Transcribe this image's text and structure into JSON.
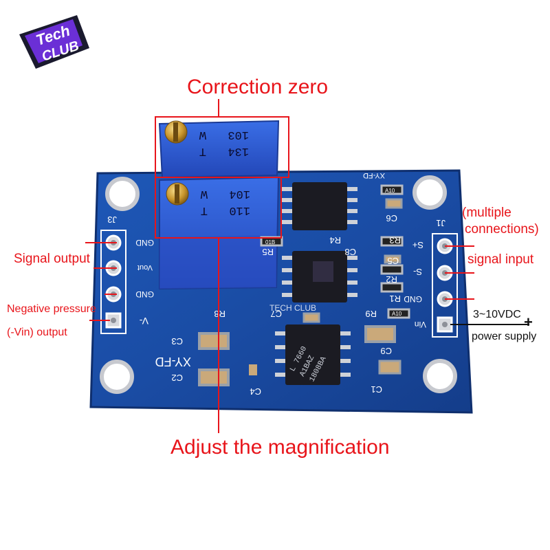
{
  "logo": {
    "text_top": "Tech",
    "text_mid": "CLUB",
    "text_small": "TECH CLUB"
  },
  "labels": {
    "correction_zero": "Correction zero",
    "adjust_magnification": "Adjust the magnification",
    "signal_output": "Signal output",
    "negative_pressure": "Negative pressure",
    "vin_output": "(-Vin) output",
    "multiple_connections_1": "(multiple",
    "multiple_connections_2": "connections)",
    "signal_input": "signal input",
    "voltage_range": "3~10VDC",
    "power_supply": "power supply",
    "plus_sign": "+"
  },
  "board": {
    "header_left": "J3",
    "header_right": "J1",
    "left_pins": [
      "GND",
      "Vout",
      "GND",
      "V-"
    ],
    "right_pins": [
      "S+",
      "S-",
      "GND",
      "Vin"
    ],
    "pot_top": [
      "103",
      "W",
      "134",
      "T"
    ],
    "pot_bottom": [
      "104",
      "W",
      "110",
      "T"
    ],
    "brand_top": "XY-FD",
    "brand_bottom": "XY-FD",
    "chip_bottom_lines": [
      "L 7660",
      "A1BAZ",
      "1808BA"
    ],
    "silk": [
      "C1",
      "C2",
      "C3",
      "C4",
      "C5",
      "C6",
      "C7",
      "C8",
      "C9",
      "R1",
      "R2",
      "R3",
      "R4",
      "R5",
      "R8",
      "R9"
    ],
    "resistor_code": "01B",
    "resistor_code_2": "A10",
    "resistor_code_3": "A10",
    "watermark": "TECH CLUB"
  },
  "colors": {
    "label_red": "#e8141a",
    "pcb_blue": "#1a4fa8",
    "pot_blue": "#2c5bd4"
  }
}
